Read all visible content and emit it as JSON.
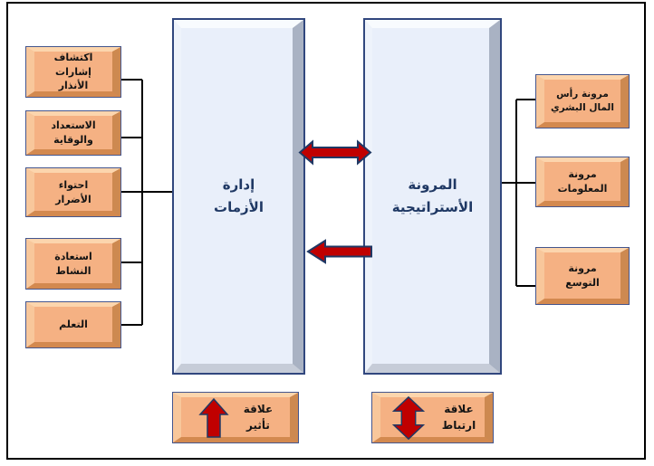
{
  "diagram": {
    "center_left_panel": {
      "label": "إدارة\nالأزمات"
    },
    "center_right_panel": {
      "label": "المرونة\nالأستراتيجية"
    },
    "left_boxes": [
      {
        "label": "اكتشاف\nإشارات\nالأنذار"
      },
      {
        "label": "الاستعداد\nوالوقاية"
      },
      {
        "label": "احتواء\nالأضرار"
      },
      {
        "label": "استعادة\nالنشاط"
      },
      {
        "label": "التعلم"
      }
    ],
    "right_boxes": [
      {
        "label": "مرونة رأس\nالمال البشري"
      },
      {
        "label": "مرونة\nالمعلومات"
      },
      {
        "label": "مرونة\nالتوسع"
      }
    ],
    "legend": [
      {
        "label": "علاقة\nتأثير",
        "icon": "up-arrow-icon"
      },
      {
        "label": "علاقة\nارتباط",
        "icon": "double-headed-vertical-arrow-icon"
      }
    ],
    "mid_arrows": [
      {
        "icon": "double-headed-horizontal-arrow-icon"
      },
      {
        "icon": "left-arrow-icon"
      }
    ],
    "colors": {
      "box_orange": "#f5b183",
      "box_border_blue": "#44568e",
      "panel_blue": "#e9effa",
      "panel_border": "#31477e",
      "panel_text": "#1f3864",
      "arrow_red": "#c00000",
      "arrow_outline": "#203864",
      "connector": "#000000"
    }
  }
}
